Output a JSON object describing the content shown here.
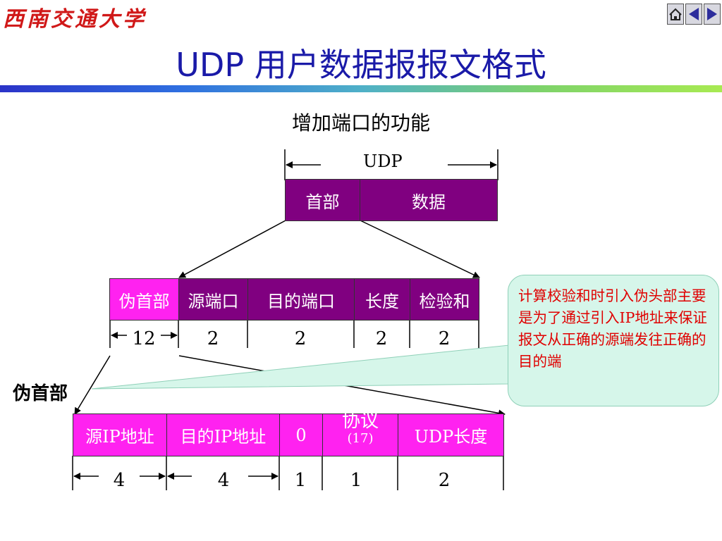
{
  "header": {
    "logo_text": "西南交通大学",
    "nav_icons": [
      "home-icon",
      "prev-icon",
      "next-icon"
    ],
    "title": "UDP 用户数据报报文格式",
    "bar_colors": [
      "#2b33c8",
      "#a8ea52"
    ]
  },
  "subtitle": "增加端口的功能",
  "udp_packet": {
    "label": "UDP",
    "header": "首部",
    "data": "数据"
  },
  "udp_header": {
    "fields": [
      {
        "label": "伪首部",
        "size": "12"
      },
      {
        "label": "源端口",
        "size": "2"
      },
      {
        "label": "目的端口",
        "size": "2"
      },
      {
        "label": "长度",
        "size": "2"
      },
      {
        "label": "检验和",
        "size": "2"
      }
    ]
  },
  "pseudo_header": {
    "label": "伪首部",
    "fields": [
      {
        "label": "源IP地址",
        "size": "4"
      },
      {
        "label": "目的IP地址",
        "size": "4"
      },
      {
        "label": "0",
        "size": "1"
      },
      {
        "label": "协议",
        "sublabel": "(17)",
        "size": "1"
      },
      {
        "label": "UDP长度",
        "size": "2"
      }
    ]
  },
  "callout": {
    "text": "计算校验和时引入伪头部主要是为了通过引入IP地址来保证报文从正确的源端发往正确的目的端"
  },
  "colors": {
    "title": "#1a1aa8",
    "dark_cell": "#800080",
    "pink_cell": "#ff22f0",
    "callout_text": "#e00000",
    "callout_bg": "#d6f6ea"
  }
}
